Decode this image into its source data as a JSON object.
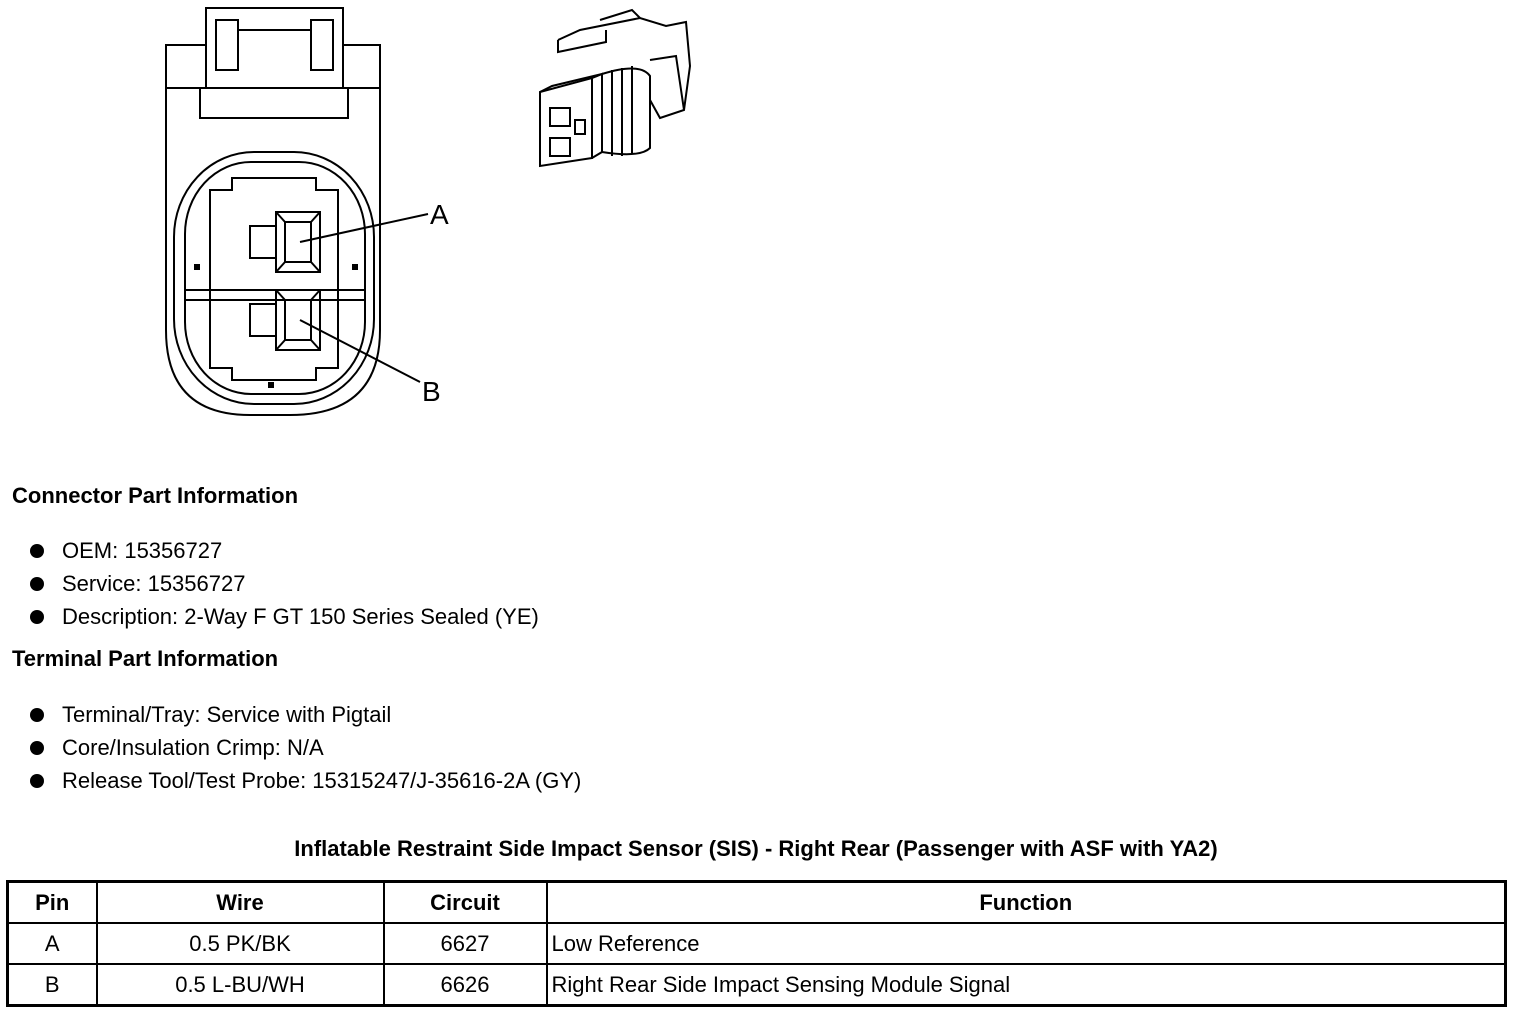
{
  "diagram": {
    "pin_labels": [
      "A",
      "B"
    ]
  },
  "connector_section": {
    "heading": "Connector Part Information",
    "items": [
      "OEM: 15356727",
      "Service: 15356727",
      "Description: 2-Way F GT 150 Series Sealed (YE)"
    ]
  },
  "terminal_section": {
    "heading": "Terminal Part Information",
    "items": [
      "Terminal/Tray: Service with Pigtail",
      "Core/Insulation Crimp: N/A",
      "Release Tool/Test Probe: 15315247/J-35616-2A (GY)"
    ]
  },
  "table": {
    "title": "Inflatable Restraint Side Impact Sensor (SIS) - Right Rear (Passenger with ASF with YA2)",
    "headers": [
      "Pin",
      "Wire",
      "Circuit",
      "Function"
    ],
    "rows": [
      [
        "A",
        "0.5 PK/BK",
        "6627",
        "Low Reference"
      ],
      [
        "B",
        "0.5 L-BU/WH",
        "6626",
        "Right Rear Side Impact Sensing Module Signal"
      ]
    ]
  }
}
